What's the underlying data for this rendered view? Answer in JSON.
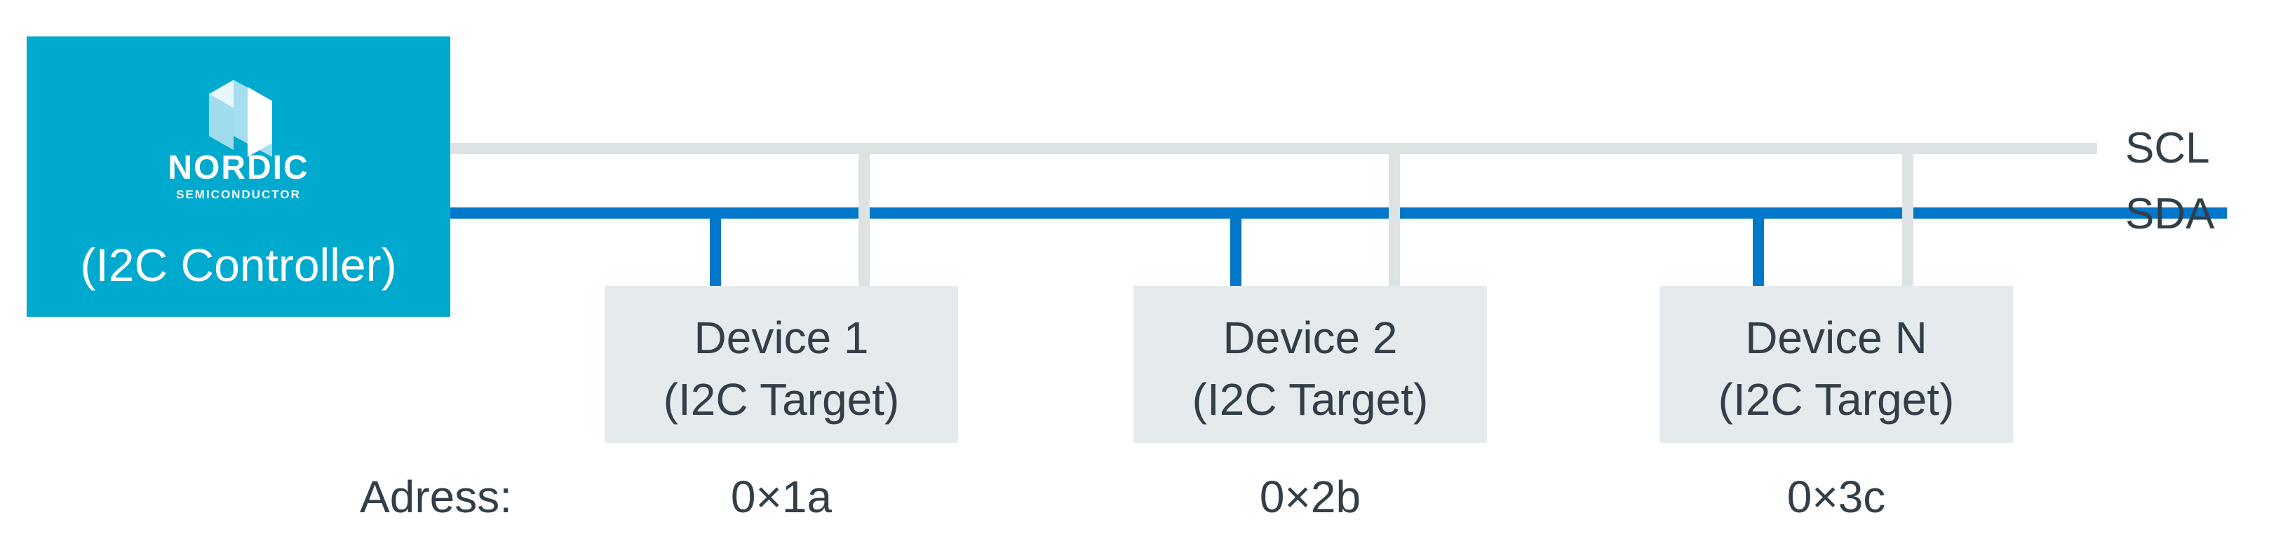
{
  "controller": {
    "brand_name": "NORDIC",
    "brand_sub": "SEMICONDUCTOR",
    "label": "(I2C Controller)",
    "color": "#00A9CE"
  },
  "bus": {
    "scl_label": "SCL",
    "sda_label": "SDA",
    "scl_color": "#DDE3E4",
    "sda_color": "#0077C8"
  },
  "devices": [
    {
      "name": "Device 1",
      "role": "(I2C Target)",
      "address": "0×1a"
    },
    {
      "name": "Device 2",
      "role": "(I2C Target)",
      "address": "0×2b"
    },
    {
      "name": "Device N",
      "role": "(I2C Target)",
      "address": "0×3c"
    }
  ],
  "address_label": "Adress:",
  "icons": {
    "logo": "nordic-logo-icon"
  }
}
